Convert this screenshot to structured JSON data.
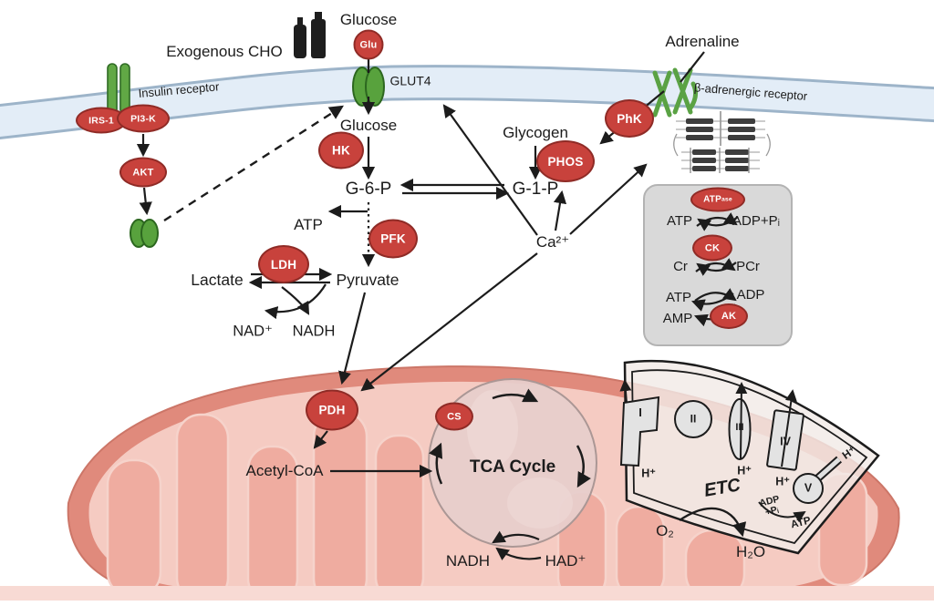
{
  "top": {
    "exogenous_cho": "Exogenous CHO",
    "glucose": "Glucose",
    "adrenaline": "Adrenaline"
  },
  "membrane": {
    "insulin_receptor": "Insulin receptor",
    "glut4": "GLUT4",
    "beta_receptor": "β-adrenergic receptor"
  },
  "enzymes": {
    "glu": "Glu",
    "irs1": "IRS-1",
    "pi3k": "PI3-K",
    "akt": "AKT",
    "hk": "HK",
    "pfk": "PFK",
    "ldh": "LDH",
    "phos": "PHOS",
    "phk": "PhK",
    "atpase_main": "ATP",
    "atpase_sub": "ase",
    "ck": "CK",
    "ak": "AK",
    "pdh": "PDH",
    "cs": "CS"
  },
  "glycolysis": {
    "glucose": "Glucose",
    "g6p": "G-6-P",
    "atp": "ATP",
    "pyruvate": "Pyruvate",
    "lactate": "Lactate",
    "nad": "NAD⁺",
    "nadh": "NADH"
  },
  "glycogen_pathway": {
    "glycogen": "Glycogen",
    "g1p": "G-1-P",
    "calcium": "Ca²⁺"
  },
  "energy_box": {
    "atp1": "ATP",
    "adp_pi": "ADP+Pᵢ",
    "cr": "Cr",
    "pcr": "PCr",
    "atp2": "ATP",
    "adp": "ADP",
    "amp": "AMP"
  },
  "mitochondria": {
    "acetyl_coa": "Acetyl-CoA",
    "tca": "TCA Cycle",
    "nadh": "NADH",
    "had": "HAD⁺",
    "etc": "ETC",
    "complex1": "I",
    "complex2": "II",
    "complex3": "III",
    "complex4": "IV",
    "complex5": "V",
    "h_plus": "H⁺",
    "adp_pi": "ADP +Pᵢ",
    "atp": "ATP",
    "o2": "O₂",
    "h2o": "H₂O"
  },
  "colors": {
    "enzyme_fill": "#c8423c",
    "enzyme_border": "#8f2b26",
    "membrane_fill": "#e3edf7",
    "membrane_edge": "#9db4c9",
    "receptor_green": "#61a845",
    "mito_outer": "#e08a7c",
    "mito_inner": "#f5cbc2",
    "cristae": "#efaca0",
    "box_fill": "#d9d9d9",
    "tca_fill": "#e7cecb"
  }
}
